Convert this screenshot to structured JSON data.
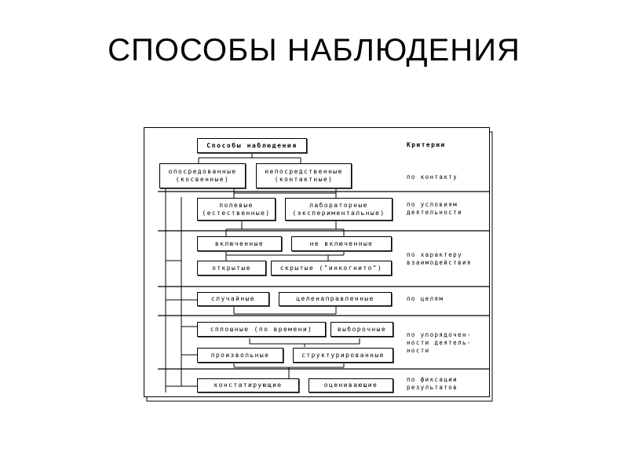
{
  "title": "СПОСОБЫ НАБЛЮДЕНИЯ",
  "diagram": {
    "root": "Способы наблюдения",
    "criteria_header": "Критерии",
    "boxes": {
      "indirect_1": "опосредованные",
      "indirect_2": "(косвенные)",
      "direct_1": "непосредственные",
      "direct_2": "(контактные)",
      "field_1": "полевые",
      "field_2": "(естественные)",
      "lab_1": "лабораторные",
      "lab_2": "(экспериментальные)",
      "included": "включенные",
      "not_included": "не включенные",
      "open": "открытые",
      "hidden": "скрытые (\"инкогнито\")",
      "random": "случайные",
      "targeted": "целенаправленные",
      "continuous": "сплошные (по времени)",
      "selective": "выборочные",
      "arbitrary": "произвольные",
      "structured": "структурированные",
      "ascertaining": "констатирующие",
      "evaluating": "оценивающие"
    },
    "criteria": {
      "contact": "по контакту",
      "conditions_1": "по условиям",
      "conditions_2": "деятельности",
      "interaction_1": "по характеру",
      "interaction_2": "взаимодействия",
      "goals": "по целям",
      "order_1": "по упорядочен-",
      "order_2": "ности деятель-",
      "order_3": "ности",
      "fixation_1": "по фиксации",
      "fixation_2": "результатов"
    }
  }
}
